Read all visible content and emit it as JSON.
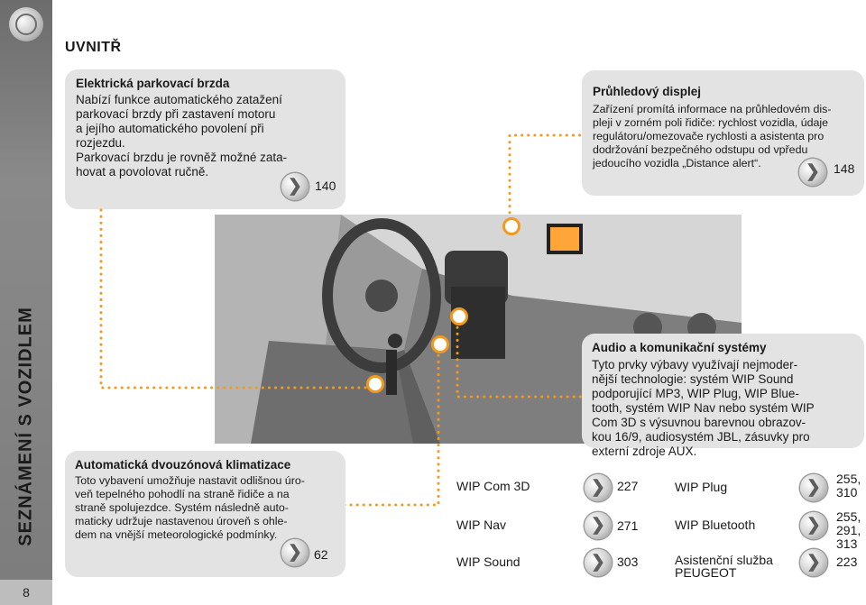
{
  "page": {
    "number": "8",
    "side_title": "SEZNÁMENÍ S VOZIDLEM",
    "heading": "UVNITŘ"
  },
  "parking_brake": {
    "title": "Elektrická parkovací brzda",
    "lines": [
      "Nabízí funkce automatického zatažení",
      "parkovací brzdy při zastavení motoru",
      "a jejího automatického povolení při",
      "rozjezdu.",
      "Parkovací brzdu je rovněž možné zata-",
      "hovat a povolovat ručně."
    ],
    "page_ref": "140"
  },
  "head_up": {
    "title": "Průhledový displej",
    "lines": [
      "Zařízení promítá informace na průhledovém dis-",
      "pleji v zorném poli řidiče: rychlost vozidla, údaje",
      "regulátoru/omezovače rychlosti a asistenta pro",
      "dodržování bezpečného odstupu od vpředu",
      "jedoucího vozidla „Distance alert“."
    ],
    "page_ref": "148"
  },
  "audio": {
    "title": "Audio a komunikační systémy",
    "lines": [
      "Tyto prvky výbavy využívají nejmoder-",
      "nější technologie: systém WIP Sound",
      "podporující MP3, WIP Plug, WIP Blue-",
      "tooth, systém WIP Nav nebo systém WIP",
      "Com 3D s výsuvnou barevnou obrazov-",
      "kou 16/9, audiosystém JBL, zásuvky pro",
      "externí zdroje AUX."
    ]
  },
  "climate": {
    "title": "Automatická dvouzónová klimatizace",
    "lines": [
      "Toto vybavení umožňuje nastavit odlišnou úro-",
      "veň tepelného pohodlí na straně řidiče a na",
      "straně spolujezdce. Systém následně auto-",
      "maticky udržuje nastavenou úroveň s ohle-",
      "dem na vnější meteorologické podmínky."
    ],
    "page_ref": "62"
  },
  "references": [
    {
      "label": "WIP Com 3D",
      "page": "227"
    },
    {
      "label": "WIP Nav",
      "page": "271"
    },
    {
      "label": "WIP Sound",
      "page": "303"
    },
    {
      "label": "WIP Plug",
      "page": "255, 310"
    },
    {
      "label": "WIP Bluetooth",
      "page": "255, 291, 313"
    },
    {
      "label": "Asistenční služba PEUGEOT",
      "page": "223"
    }
  ],
  "colors": {
    "accent": "#f39a1e",
    "box": "#e3e3e3",
    "sidebar": "#7a7a7a"
  },
  "icons": {
    "arrow": "chevron-right-circle-icon",
    "logo": "peugeot-circle-logo"
  }
}
